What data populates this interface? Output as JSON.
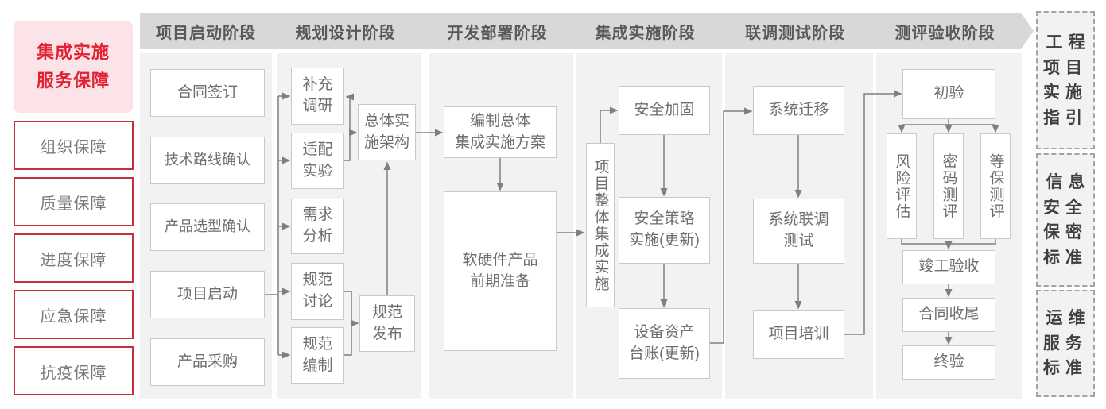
{
  "title": {
    "text": "集成实施\n服务保障"
  },
  "guarantees": [
    "组织保障",
    "质量保障",
    "进度保障",
    "应急保障",
    "抗疫保障"
  ],
  "phases": [
    {
      "header": "项目启动阶段",
      "nodes": [
        "合同签订",
        "技术路线确认",
        "产品选型确认",
        "项目启动",
        "产品采购"
      ]
    },
    {
      "header": "规划设计阶段",
      "nodes": [
        "补充\n调研",
        "适配\n实验",
        "需求\n分析",
        "规范\n讨论",
        "规范\n编制",
        "总体实\n施架构",
        "规范\n发布"
      ]
    },
    {
      "header": "开发部署阶段",
      "nodes": [
        "编制总体\n集成实施方案",
        "软硬件产品\n前期准备"
      ]
    },
    {
      "header": "集成实施阶段",
      "nodes": [
        "项目整体集成实施",
        "安全加固",
        "安全策略\n实施(更新)",
        "设备资产\n台账(更新)"
      ]
    },
    {
      "header": "联调测试阶段",
      "nodes": [
        "系统迁移",
        "系统联调\n测试",
        "项目培训"
      ]
    },
    {
      "header": "测评验收阶段",
      "nodes": [
        "初验",
        "风险评估",
        "密码测评",
        "等保测评",
        "竣工验收",
        "合同收尾",
        "终验"
      ]
    }
  ],
  "standards": [
    "工程\n项目\n实施\n指引",
    "信息\n安全\n保密\n标准",
    "运维\n服务\n标准"
  ],
  "colors": {
    "accent_red": "#e32133",
    "pink_bg": "#fbe3e7",
    "red_border": "#c5303c",
    "header_bg": "#d8d8d8",
    "panel_bg": "#f2f2f2",
    "box_border": "#c9c9c9",
    "line": "#7f7f7f"
  }
}
